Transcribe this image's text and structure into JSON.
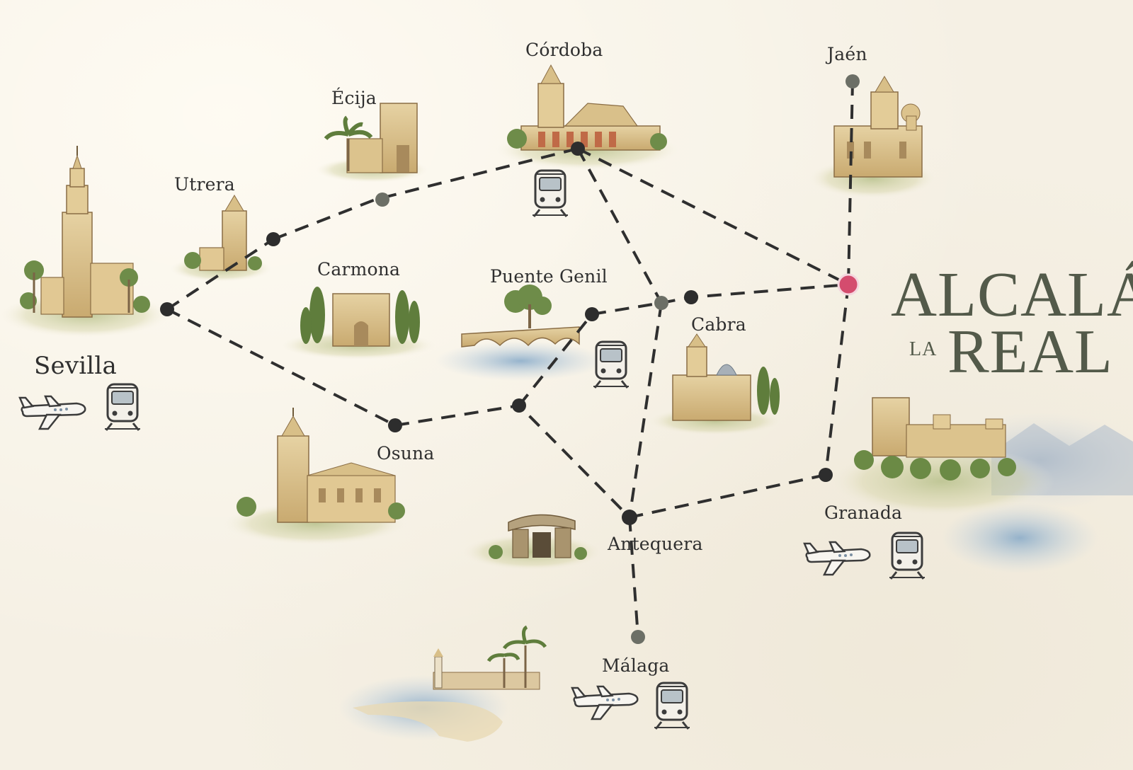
{
  "title": {
    "main": "ALCALÁ",
    "la": "LA",
    "real": "REAL"
  },
  "towns": {
    "cordoba": "Córdoba",
    "jaen": "Jaén",
    "ecija": "Écija",
    "utrera": "Utrera",
    "sevilla": "Sevilla",
    "carmona": "Carmona",
    "puente_genil": "Puente Genil",
    "cabra": "Cabra",
    "osuna": "Osuna",
    "antequera": "Antequera",
    "granada": "Granada",
    "malaga": "Málaga"
  },
  "transport": {
    "cordoba": [
      "train-icon"
    ],
    "sevilla": [
      "plane-icon",
      "train-icon"
    ],
    "puente_genil": [
      "train-icon"
    ],
    "granada": [
      "plane-icon",
      "train-icon"
    ],
    "malaga": [
      "plane-icon",
      "train-icon"
    ]
  },
  "colors": {
    "route": "#2f2f2f",
    "destination_marker": "#d44c6e",
    "title": "#535a4a",
    "paper": "#f5f0e4"
  }
}
